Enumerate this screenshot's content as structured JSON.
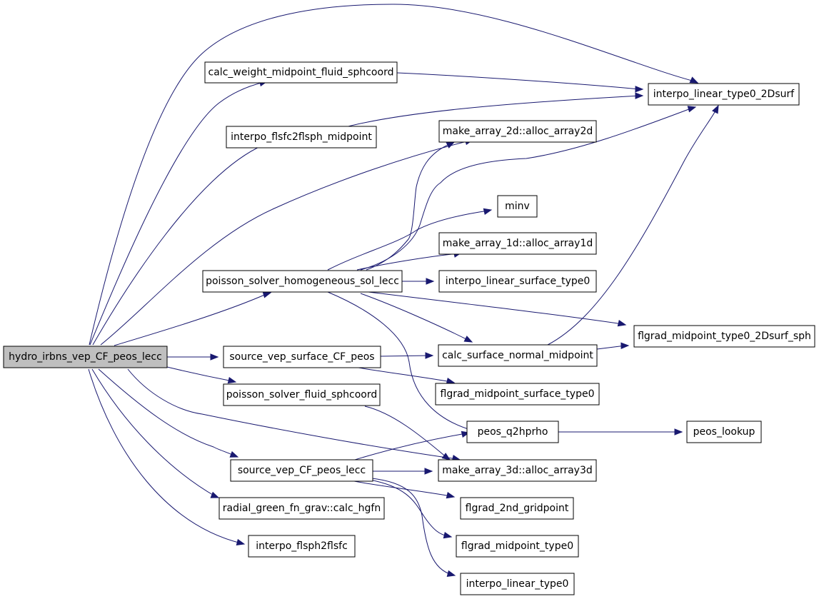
{
  "graph": {
    "nodes": [
      {
        "id": "root",
        "label": "hydro_irbns_vep_CF_peos_lecc",
        "root": true
      },
      {
        "id": "calc_weight",
        "label": "calc_weight_midpoint_fluid_sphcoord"
      },
      {
        "id": "interpo_flsfc",
        "label": "interpo_flsfc2flsph_midpoint"
      },
      {
        "id": "poisson_homog",
        "label": "poisson_solver_homogeneous_sol_lecc"
      },
      {
        "id": "source_surface",
        "label": "source_vep_surface_CF_peos"
      },
      {
        "id": "poisson_fluid",
        "label": "poisson_solver_fluid_sphcoord"
      },
      {
        "id": "source_cf",
        "label": "source_vep_CF_peos_lecc"
      },
      {
        "id": "radial_green",
        "label": "radial_green_fn_grav::calc_hgfn"
      },
      {
        "id": "interpo_flsph",
        "label": "interpo_flsph2flsfc"
      },
      {
        "id": "interpo_lt0_2d",
        "label": "interpo_linear_type0_2Dsurf"
      },
      {
        "id": "alloc2d",
        "label": "make_array_2d::alloc_array2d"
      },
      {
        "id": "minv",
        "label": "minv"
      },
      {
        "id": "alloc1d",
        "label": "make_array_1d::alloc_array1d"
      },
      {
        "id": "interpo_ls_t0",
        "label": "interpo_linear_surface_type0"
      },
      {
        "id": "flgrad_mt0_2d",
        "label": "flgrad_midpoint_type0_2Dsurf_sph"
      },
      {
        "id": "calc_surf_normal",
        "label": "calc_surface_normal_midpoint"
      },
      {
        "id": "flgrad_ms_t0",
        "label": "flgrad_midpoint_surface_type0"
      },
      {
        "id": "peos_q2hprho",
        "label": "peos_q2hprho"
      },
      {
        "id": "peos_lookup",
        "label": "peos_lookup"
      },
      {
        "id": "alloc3d",
        "label": "make_array_3d::alloc_array3d"
      },
      {
        "id": "flgrad_2nd",
        "label": "flgrad_2nd_gridpoint"
      },
      {
        "id": "flgrad_mt0",
        "label": "flgrad_midpoint_type0"
      },
      {
        "id": "interpo_lt0",
        "label": "interpo_linear_type0"
      }
    ],
    "edges": [
      [
        "root",
        "interpo_lt0_2d"
      ],
      [
        "root",
        "calc_weight"
      ],
      [
        "root",
        "interpo_flsfc"
      ],
      [
        "root",
        "alloc2d"
      ],
      [
        "root",
        "poisson_homog"
      ],
      [
        "root",
        "source_surface"
      ],
      [
        "root",
        "poisson_fluid"
      ],
      [
        "root",
        "alloc3d"
      ],
      [
        "root",
        "source_cf"
      ],
      [
        "root",
        "radial_green"
      ],
      [
        "root",
        "interpo_flsph"
      ],
      [
        "calc_weight",
        "interpo_lt0_2d"
      ],
      [
        "interpo_flsfc",
        "interpo_lt0_2d"
      ],
      [
        "poisson_homog",
        "alloc2d"
      ],
      [
        "poisson_homog",
        "interpo_lt0_2d"
      ],
      [
        "poisson_homog",
        "minv"
      ],
      [
        "poisson_homog",
        "alloc1d"
      ],
      [
        "poisson_homog",
        "interpo_ls_t0"
      ],
      [
        "poisson_homog",
        "flgrad_mt0_2d"
      ],
      [
        "poisson_homog",
        "calc_surf_normal"
      ],
      [
        "poisson_homog",
        "peos_q2hprho"
      ],
      [
        "source_surface",
        "calc_surf_normal"
      ],
      [
        "source_surface",
        "flgrad_ms_t0"
      ],
      [
        "calc_surf_normal",
        "flgrad_mt0_2d"
      ],
      [
        "calc_surf_normal",
        "interpo_lt0_2d"
      ],
      [
        "poisson_fluid",
        "alloc3d"
      ],
      [
        "source_cf",
        "peos_q2hprho"
      ],
      [
        "source_cf",
        "alloc3d"
      ],
      [
        "source_cf",
        "flgrad_2nd"
      ],
      [
        "source_cf",
        "flgrad_mt0"
      ],
      [
        "source_cf",
        "interpo_lt0"
      ],
      [
        "peos_q2hprho",
        "peos_lookup"
      ]
    ]
  }
}
